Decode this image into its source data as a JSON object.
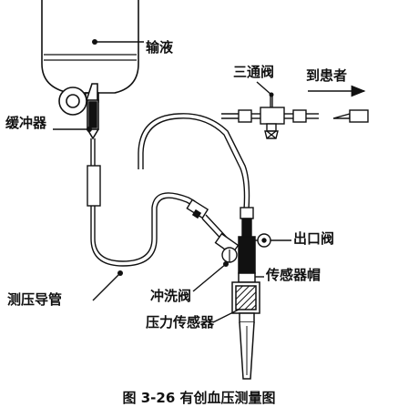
{
  "labels": {
    "fluid": "输液",
    "three_way_valve": "三通阀",
    "to_patient": "到患者",
    "buffer": "缓冲器",
    "outlet_valve": "出口阀",
    "sensor_cap": "传感器帽",
    "pressure_tube": "测压导管",
    "flush_valve": "冲洗阀",
    "pressure_sensor": "压力传感器"
  },
  "caption": "图 3-26 有创血压测量图",
  "colors": {
    "line": "#111111",
    "background": "#ffffff"
  }
}
